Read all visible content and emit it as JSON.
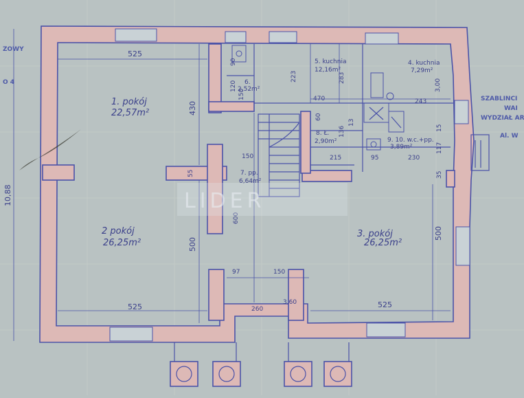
{
  "plan": {
    "rooms": [
      {
        "name": "1. pokój",
        "area": "22,57m²"
      },
      {
        "name": "2 pokój",
        "area": "26,25m²"
      },
      {
        "name": "3. pokój",
        "area": "26,25m²"
      },
      {
        "name": "4. kuchnia",
        "area": "7,29m²"
      },
      {
        "name": "5. kuchnia",
        "area": "12,16m²"
      },
      {
        "name": "6.",
        "area": "2,52m²"
      },
      {
        "name": "7. pp.",
        "area": "6,64m²"
      },
      {
        "name": "8. Ł.",
        "area": "2,90m²"
      },
      {
        "name": "9. 10. w.c.+pp.",
        "area": "3,89m²"
      }
    ],
    "dimensions": {
      "top_left_width": "525",
      "bottom_left_width": "525",
      "bottom_right_width": "525",
      "room1_height": "430",
      "room2_height": "500",
      "room3_height": "500",
      "overall_height": "10,88",
      "hall_height": "600",
      "kitchen_width": "470",
      "kitchen4_width": "243",
      "d223": "223",
      "d283": "283",
      "d300": "3,00",
      "d150a": "150",
      "d150b": "150",
      "d97": "97",
      "d260": "260",
      "d360": "3,60",
      "d55": "55",
      "d35": "35",
      "d215": "215",
      "d95": "95",
      "d230": "230",
      "d117": "117",
      "d15": "15",
      "d60": "60",
      "d136": "136",
      "d13": "13",
      "d120": "120",
      "d90": "90",
      "d150c": "150"
    },
    "margin_text": {
      "left_line1": "ZOWY",
      "left_line2": "O 4",
      "stamp_line1": "SZABLINCI",
      "stamp_line2": "WAI",
      "stamp_line3": "WYDZIAŁ ARCH",
      "stamp_line4": "Al. W"
    },
    "watermark": "LIDER"
  },
  "colors": {
    "paper": "#b9c2c2",
    "wall_fill": "#ddb9b6",
    "ink": "#4a52a8"
  }
}
